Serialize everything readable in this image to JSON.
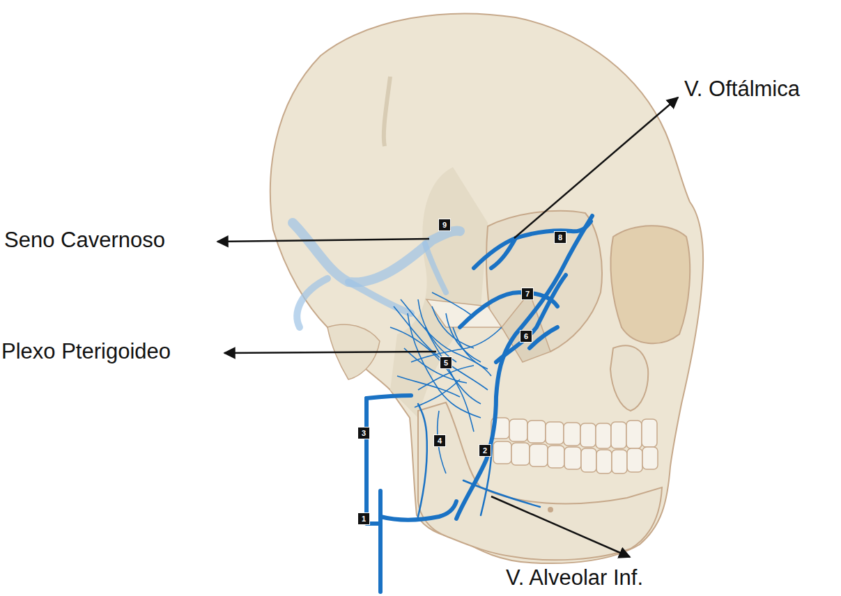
{
  "diagram": {
    "labels": [
      "Seno Cavernoso",
      "Plexo Pterigoideo",
      "V. Oftálmica",
      "V. Alveolar Inf.",
      "1",
      "2",
      "3",
      "4",
      "5",
      "6",
      "7",
      "8",
      "9"
    ]
  }
}
